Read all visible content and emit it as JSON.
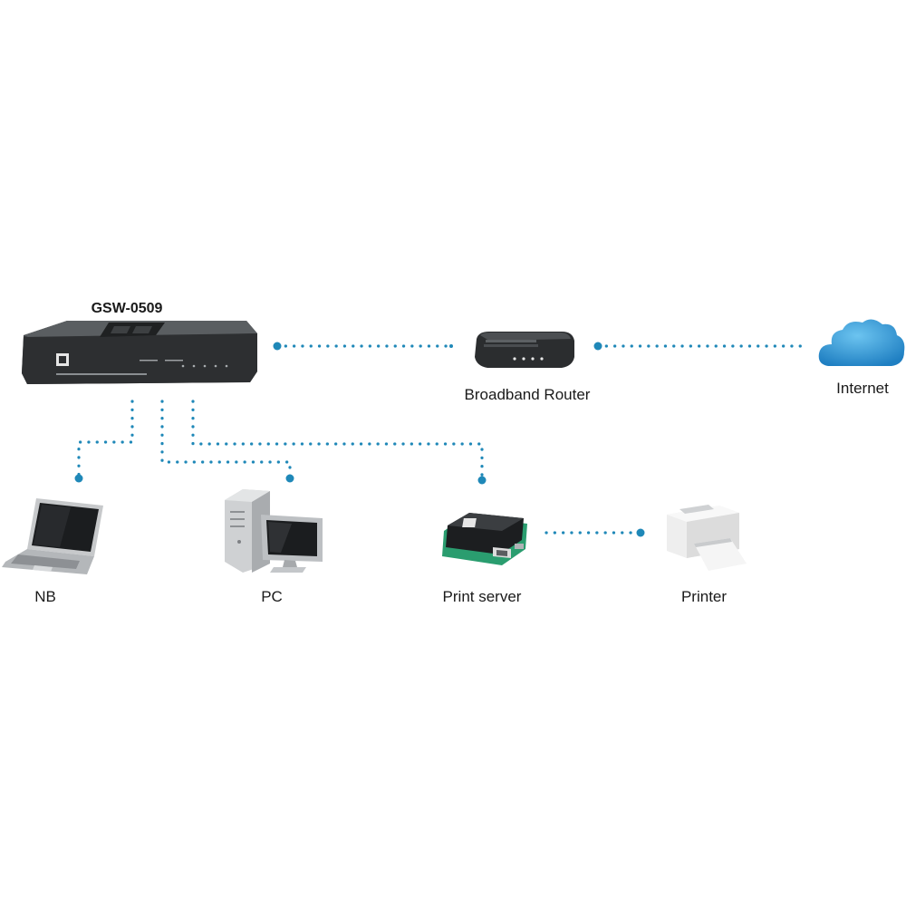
{
  "diagram": {
    "switch": {
      "title": "GSW-0509"
    },
    "nodes": {
      "router": {
        "label": "Broadband Router",
        "icon": "router-icon"
      },
      "internet": {
        "label": "Internet",
        "icon": "cloud-icon"
      },
      "notebook": {
        "label": "NB",
        "icon": "laptop-icon"
      },
      "pc": {
        "label": "PC",
        "icon": "desktop-pc-icon"
      },
      "print_server": {
        "label": "Print server",
        "icon": "print-server-icon"
      },
      "printer": {
        "label": "Printer",
        "icon": "printer-icon"
      }
    },
    "connections": [
      {
        "from": "switch",
        "to": "router"
      },
      {
        "from": "router",
        "to": "internet"
      },
      {
        "from": "switch",
        "to": "notebook"
      },
      {
        "from": "switch",
        "to": "pc"
      },
      {
        "from": "switch",
        "to": "print_server"
      },
      {
        "from": "print_server",
        "to": "printer"
      }
    ],
    "colors": {
      "link": "#1f88b8",
      "cloud": "#3aa2dc"
    }
  }
}
